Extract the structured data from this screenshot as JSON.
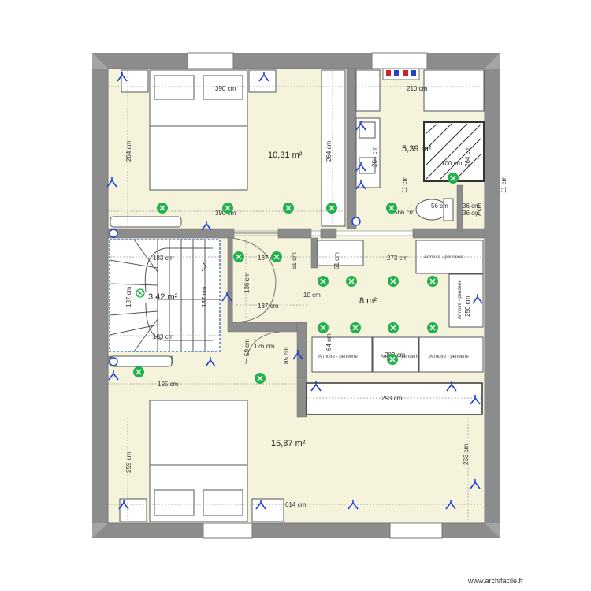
{
  "colors": {
    "wall": "#8c8c8c",
    "wall_outline": "#6e6e6e",
    "floor": "#f6f3dc",
    "green": "#21b24b",
    "blue": "#1f3fd6",
    "stair_blue": "#4a78d8"
  },
  "rooms": [
    {
      "id": "bedroom-1",
      "area": "10,31 m²"
    },
    {
      "id": "bathroom",
      "area": "5,39 m²"
    },
    {
      "id": "stairs",
      "area": "3,42 m²"
    },
    {
      "id": "hall",
      "area": "8 m²"
    },
    {
      "id": "bedroom-2",
      "area": "15,87 m²"
    }
  ],
  "dimensions": [
    "390 cm",
    "210 cm",
    "264 cm",
    "264 cm",
    "264 cm",
    "264 cm",
    "390 cm",
    "11 cm",
    "11 cm",
    "100 cm",
    "566 cm",
    "56 cm",
    "36 cm",
    "36 cm",
    "7 cm",
    "183 cm",
    "137 cm",
    "61 cm",
    "61 cm",
    "273 cm",
    "187 cm",
    "187 cm",
    "136 cm",
    "10 cm",
    "137 cm",
    "183 cm",
    "126 cm",
    "59 cm",
    "85 cm",
    "64 cm",
    "282 cm",
    "195 cm",
    "293 cm",
    "259 cm",
    "233 cm",
    "614 cm",
    "250 cm"
  ],
  "furniture_labels": [
    "Armoire - penderie",
    "Armoire - penderie",
    "Armoire - penderie",
    "Armoire - penderie",
    "Armoire - penderie"
  ],
  "watermark": "www.archifacile.fr"
}
